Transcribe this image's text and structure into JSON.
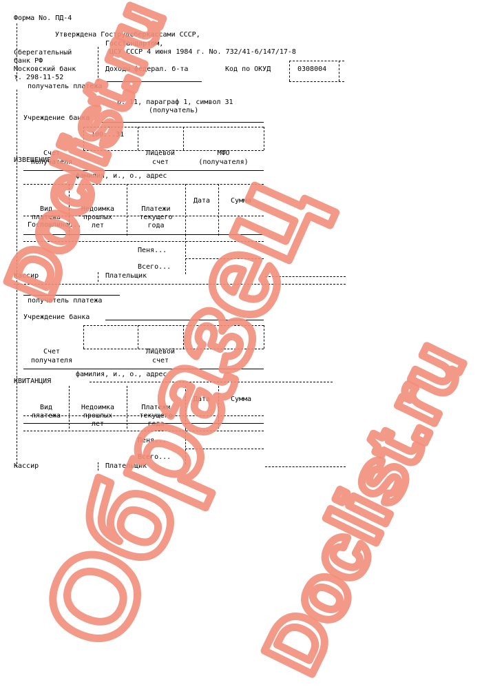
{
  "form_no": "Форма No. ПД-4",
  "approved": {
    "line1": "Утверждена Гострудсберкассами СССР,",
    "line2": "Госстандартом,",
    "line3": "ЦСУ СССР 4 июня 1984 г. No. 732/41-6/147/17-8"
  },
  "bank": {
    "line1": "Сберегательный",
    "line2": "банк РФ",
    "line3": "Московский банк",
    "line4": "т. 298-11-52"
  },
  "income": "Доходы федерал. б-та",
  "okud_label": "Код по ОКУД",
  "okud_code": "0308004",
  "notice": {
    "recipient_caption": "получатель платежа",
    "section_line1": "р. 11, параграф 1, символ 31",
    "section_line2": "(получатель)",
    "bank_institution": "Учреждение банка",
    "account_line1": "Счет",
    "account_line2": "получателя",
    "account_value": "100...31",
    "personal_line1": "Лицевой",
    "personal_line2": "счет",
    "mfo_line1": "МФО",
    "mfo_line2": "(получателя)",
    "title": "ИЗВЕЩЕНИЕ",
    "fio_caption": "фамилия, и., о., адрес",
    "col1_line1": "Вид",
    "col1_line2": "платежа",
    "col2_line1": "Недоимка",
    "col2_line2": "прошлых",
    "col2_line3": "лет",
    "col3_line1": "Платежи",
    "col3_line2": "текущего",
    "col3_line3": "года",
    "col4": "Дата",
    "col5": "Сумма",
    "row1": "Госпошлина...",
    "penalty": "Пеня...",
    "total": "Всего...",
    "cashier": "Кассир",
    "payer": "Плательщик"
  },
  "receipt": {
    "recipient_caption": "получатель платежа",
    "bank_institution": "Учреждение банка",
    "account_line1": "Счет",
    "account_line2": "получателя",
    "personal_line1": "Лицевой",
    "personal_line2": "счет",
    "fio_caption": "фамилия, и., о., адрес",
    "title": "КВИТАНЦИЯ",
    "col1_line1": "Вид",
    "col1_line2": "платежа",
    "col2_line1": "Недоимка",
    "col2_line2": "прошлых",
    "col2_line3": "лет",
    "col3_line1": "Платежи",
    "col3_line2": "текущего",
    "col3_line3": "года",
    "col4": "Дата",
    "col5": "Сумма",
    "penalty": "Пеня...",
    "total": "Всего...",
    "cashier": "Кассир",
    "payer": "Плательщик"
  },
  "watermarks": {
    "top": "Doclist.ru",
    "middle": "Образец",
    "right": "Doclist.ru",
    "color": "#f28e7a"
  }
}
